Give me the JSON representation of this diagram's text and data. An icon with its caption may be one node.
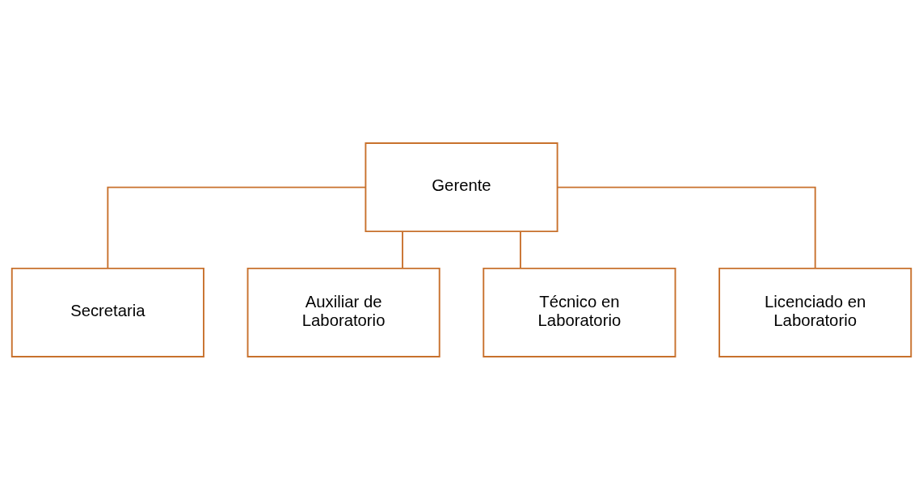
{
  "diagram": {
    "nodes": [
      {
        "text": [
          "Gerente"
        ]
      },
      {
        "text": [
          "Secretaria"
        ]
      },
      {
        "text": [
          "Auxiliar de Laboratorio"
        ]
      },
      {
        "text": [
          "Técnico en Laboratorio"
        ]
      },
      {
        "text": [
          "Licenciado en Laboratorio"
        ]
      }
    ],
    "edges": [
      {
        "from": 0,
        "to": 1,
        "arrow": "none"
      },
      {
        "from": 0,
        "to": 2,
        "arrow": "none"
      },
      {
        "from": 0,
        "to": 3,
        "arrow": "none"
      },
      {
        "from": 0,
        "to": 4,
        "arrow": "none"
      }
    ]
  }
}
